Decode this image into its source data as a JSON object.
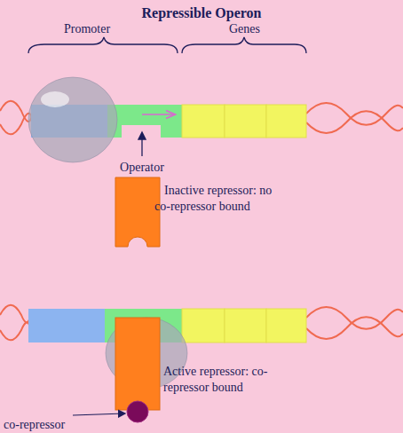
{
  "diagram": {
    "title": "Repressible Operon",
    "labels": [
      "Promoter",
      "Genes",
      "Operator",
      "Inactive repressor: no co-repressor bound",
      "Active repressor: co-repressor bound",
      "co-repressor"
    ]
  }
}
